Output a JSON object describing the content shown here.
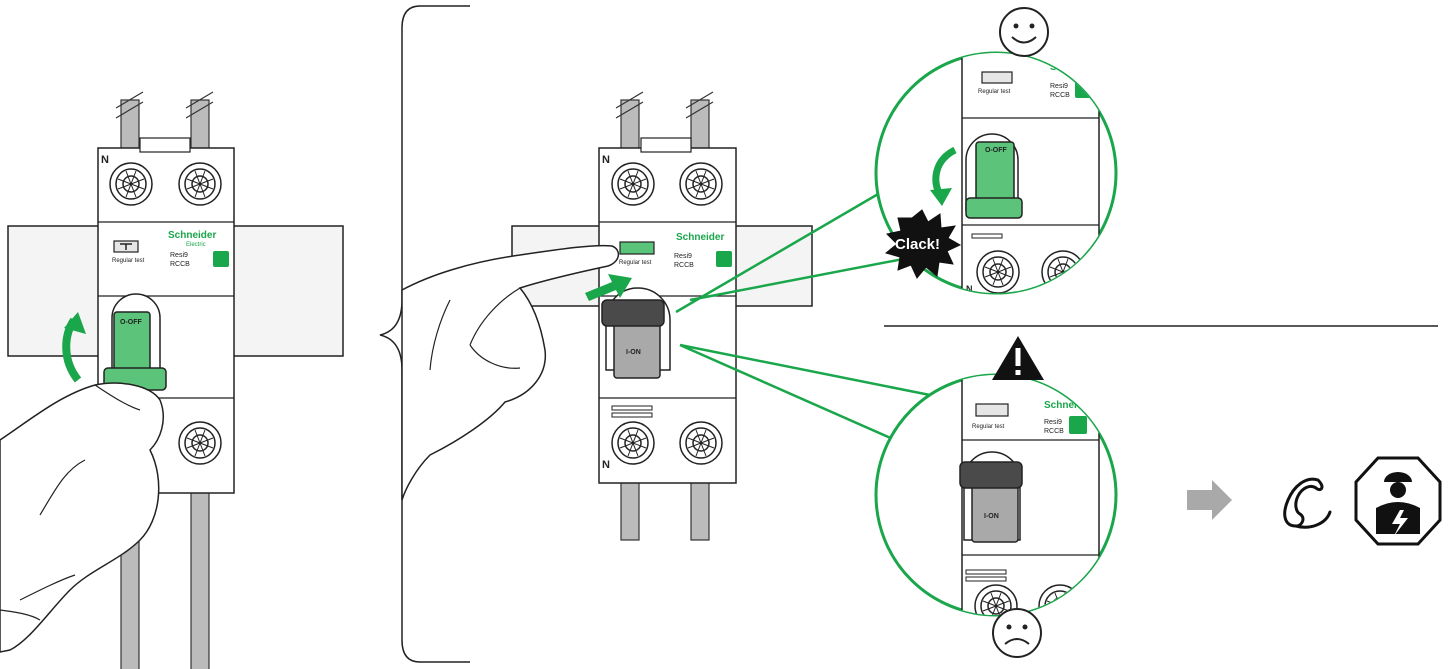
{
  "device": {
    "brand": "Schneider",
    "brand_sub": "Electric",
    "model": "Resi9",
    "type": "RCCB",
    "test_label": "Regular test",
    "neutral": "N",
    "off_label": "O-OFF",
    "on_label": "I-ON"
  },
  "callout": {
    "clack": "Clack!"
  },
  "icons": {
    "smiley": "smiley-face-icon",
    "frown": "sad-face-icon",
    "warning": "warning-triangle-icon",
    "arrow": "gray-right-arrow-icon",
    "phone": "telephone-icon",
    "electrician": "electrician-icon"
  },
  "colors": {
    "green": "#1aa64a",
    "handle_green": "#5cc47a",
    "dark_gray": "#4a4a4a",
    "gray": "#a9a9a9",
    "rail": "#f4f4f4"
  }
}
